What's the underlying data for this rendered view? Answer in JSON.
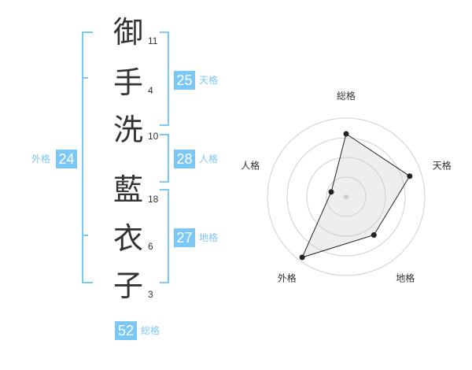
{
  "name": {
    "chars": [
      {
        "char": "御",
        "strokes": "11"
      },
      {
        "char": "手",
        "strokes": "4"
      },
      {
        "char": "洗",
        "strokes": "10"
      },
      {
        "char": "藍",
        "strokes": "18"
      },
      {
        "char": "衣",
        "strokes": "6"
      },
      {
        "char": "子",
        "strokes": "3"
      }
    ]
  },
  "kaku": {
    "tenkaku": {
      "value": "25",
      "label": "天格"
    },
    "jinkaku": {
      "value": "28",
      "label": "人格"
    },
    "chikaku": {
      "value": "27",
      "label": "地格"
    },
    "gaikaku": {
      "value": "24",
      "label": "外格"
    },
    "soukaku": {
      "value": "52",
      "label": "総格"
    }
  },
  "colors": {
    "accent": "#7cc8f4",
    "text": "#333333"
  },
  "chart_data": {
    "type": "radar",
    "axes": [
      "総格",
      "天格",
      "地格",
      "外格",
      "人格"
    ],
    "values": [
      0.8,
      0.85,
      0.6,
      0.95,
      0.2
    ],
    "rings": 4
  }
}
